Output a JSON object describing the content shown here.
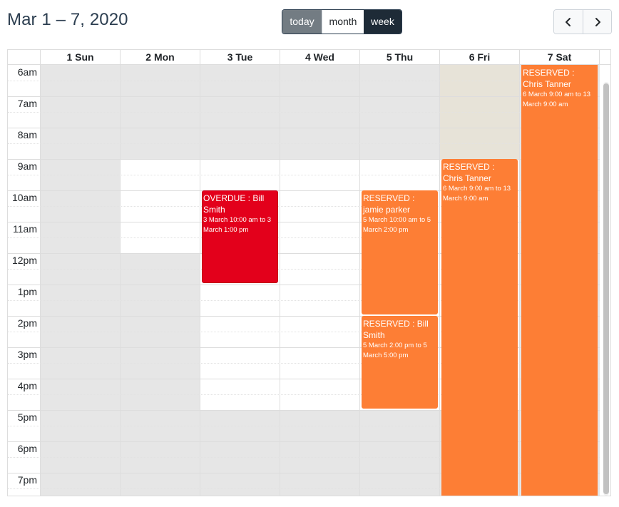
{
  "toolbar": {
    "title": "Mar 1 – 7, 2020",
    "today_label": "today",
    "month_label": "month",
    "week_label": "week",
    "prev_icon": "chevron-left-icon",
    "next_icon": "chevron-right-icon"
  },
  "days": [
    {
      "label": "1 Sun"
    },
    {
      "label": "2 Mon"
    },
    {
      "label": "3 Tue"
    },
    {
      "label": "4 Wed"
    },
    {
      "label": "5 Thu"
    },
    {
      "label": "6 Fri"
    },
    {
      "label": "7 Sat"
    }
  ],
  "times": [
    "6am",
    "7am",
    "8am",
    "9am",
    "10am",
    "11am",
    "12pm",
    "1pm",
    "2pm",
    "3pm",
    "4pm",
    "5pm",
    "6pm",
    "7pm"
  ],
  "events": [
    {
      "title": "OVERDUE : Bill Smith",
      "time": "3 March 10:00 am to 3 March 1:00 pm",
      "status": "overdue"
    },
    {
      "title": "RESERVED : jamie parker",
      "time": "5 March 10:00 am to 5 March 2:00 pm",
      "status": "reserved"
    },
    {
      "title": "RESERVED : Bill Smith",
      "time": "5 March 2:00 pm to 5 March 5:00 pm",
      "status": "reserved"
    },
    {
      "title": "RESERVED : Chris Tanner",
      "time": "6 March 9:00 am to 13 March 9:00 am",
      "status": "reserved"
    },
    {
      "title": "RESERVED : Chris Tanner",
      "time": "6 March 9:00 am to 13 March 9:00 am",
      "status": "reserved"
    }
  ],
  "colors": {
    "reserved": "#fd7e35",
    "overdue": "#e3001b",
    "unavailable": "#e6e6e6",
    "today_highlight": "#e7e3d8",
    "active_view": "#1e2b37"
  }
}
